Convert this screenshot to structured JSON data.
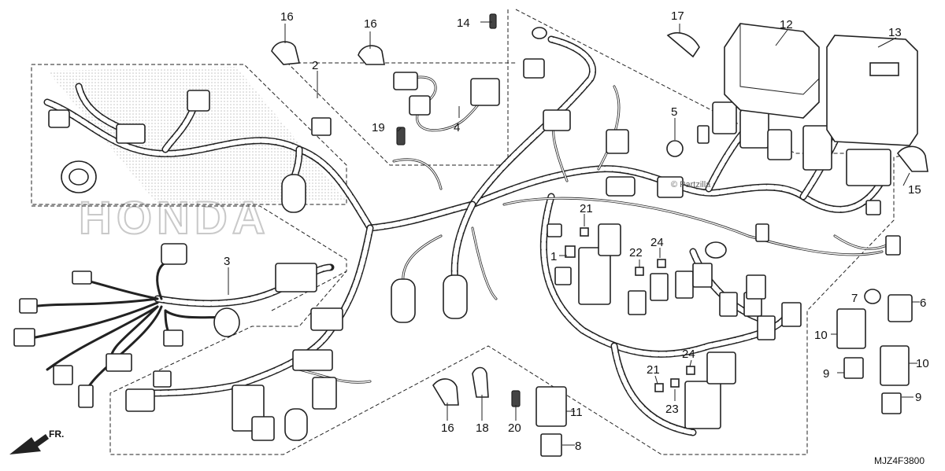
{
  "callouts": {
    "c1": "1",
    "c2": "2",
    "c3": "3",
    "c4": "4",
    "c5": "5",
    "c6": "6",
    "c7": "7",
    "c8": "8",
    "c9a": "9",
    "c9b": "9",
    "c10a": "10",
    "c10b": "10",
    "c11": "11",
    "c12": "12",
    "c13": "13",
    "c14": "14",
    "c15": "15",
    "c16a": "16",
    "c16b": "16",
    "c16c": "16",
    "c17": "17",
    "c18": "18",
    "c19": "19",
    "c20": "20",
    "c21a": "21",
    "c21b": "21",
    "c22": "22",
    "c23": "23",
    "c24a": "24",
    "c24b": "24"
  },
  "watermark": "© Partzilla",
  "brand_mark": "HONDA",
  "front_arrow": "FR.",
  "diagram_code": "MJZ4F3800"
}
